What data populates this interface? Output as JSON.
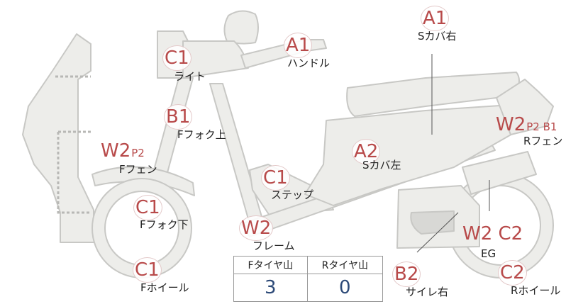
{
  "parts": [
    {
      "id": "s-cover-right",
      "code": "A1",
      "label": "Sカバ右"
    },
    {
      "id": "handle",
      "code": "A1",
      "label": "ハンドル"
    },
    {
      "id": "light",
      "code": "C1",
      "label": "ライト"
    },
    {
      "id": "f-fork-upper",
      "code": "B1",
      "label": "Fフォク上"
    },
    {
      "id": "f-fender",
      "code": "W2",
      "sub": "P2",
      "label": "Fフェン"
    },
    {
      "id": "s-cover-left",
      "code": "A2",
      "label": "Sカバ左"
    },
    {
      "id": "step",
      "code": "C1",
      "label": "ステップ"
    },
    {
      "id": "f-fork-lower",
      "code": "C1",
      "label": "Fフォク下"
    },
    {
      "id": "frame",
      "code": "W2",
      "label": "フレーム"
    },
    {
      "id": "f-wheel",
      "code": "C1",
      "label": "Fホイール"
    },
    {
      "id": "r-fender",
      "code": "W2",
      "sub": "P2 B1",
      "label": "Rフェン"
    },
    {
      "id": "muffler-right",
      "code": "B2",
      "label": "サイレ右"
    },
    {
      "id": "eg",
      "code": "W2 C2",
      "label": "EG"
    },
    {
      "id": "r-wheel",
      "code": "C2",
      "label": "Rホイール"
    }
  ],
  "tread": {
    "front_header": "Fタイヤ山",
    "rear_header": "Rタイヤ山",
    "front_value": "3",
    "rear_value": "0"
  },
  "colors": {
    "code": "#b84a4a",
    "body_fill": "#ededea",
    "body_stroke": "#c6c6c3",
    "tread_value": "#2d4a78"
  }
}
